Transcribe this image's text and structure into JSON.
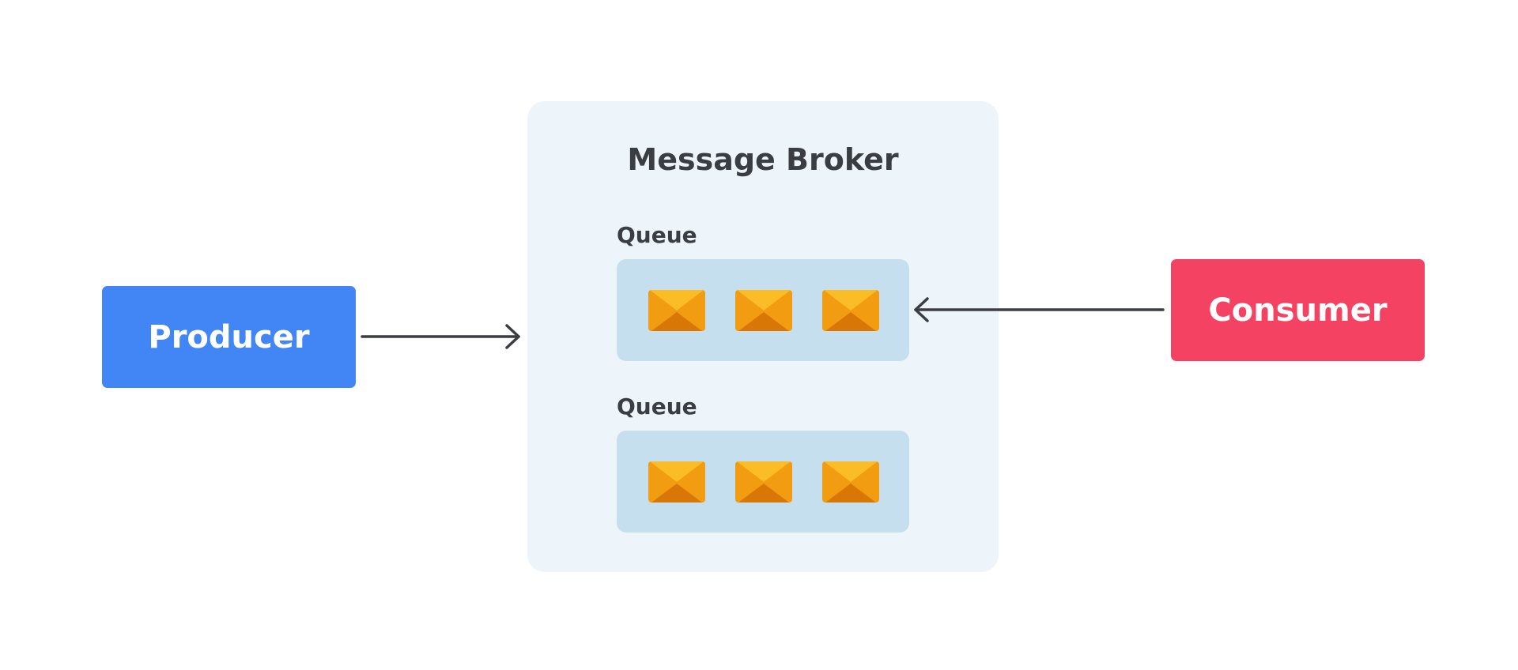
{
  "producer": {
    "label": "Producer"
  },
  "consumer": {
    "label": "Consumer"
  },
  "broker": {
    "title": "Message Broker",
    "queues": [
      {
        "label": "Queue",
        "message_count": 3
      },
      {
        "label": "Queue",
        "message_count": 3
      }
    ]
  },
  "edges": [
    {
      "from": "producer",
      "to": "broker"
    },
    {
      "from": "consumer",
      "to": "queue-1"
    }
  ],
  "colors": {
    "producer": "#4285f4",
    "consumer": "#f44262",
    "broker_bg": "#eef5fa",
    "queue_bg": "#c5dfee",
    "envelope_top": "#fbbd25",
    "envelope_mid": "#f29c11",
    "envelope_bottom": "#d97706",
    "arrow": "#3a3d42",
    "text_dark": "#3a3d42"
  },
  "icons": {
    "message": "envelope-icon"
  }
}
